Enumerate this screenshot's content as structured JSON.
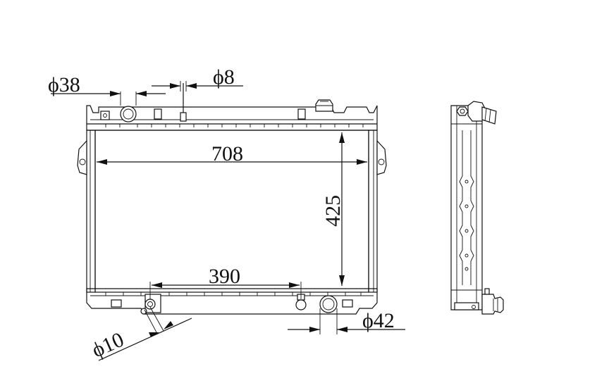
{
  "drawing": {
    "dimensions": {
      "width_label": "708",
      "height_label": "425",
      "lower_span_label": "390",
      "inlet_label": "ϕ38",
      "small_port_label": "ϕ8",
      "outlet_label": "ϕ42",
      "drain_label": "ϕ10"
    }
  }
}
